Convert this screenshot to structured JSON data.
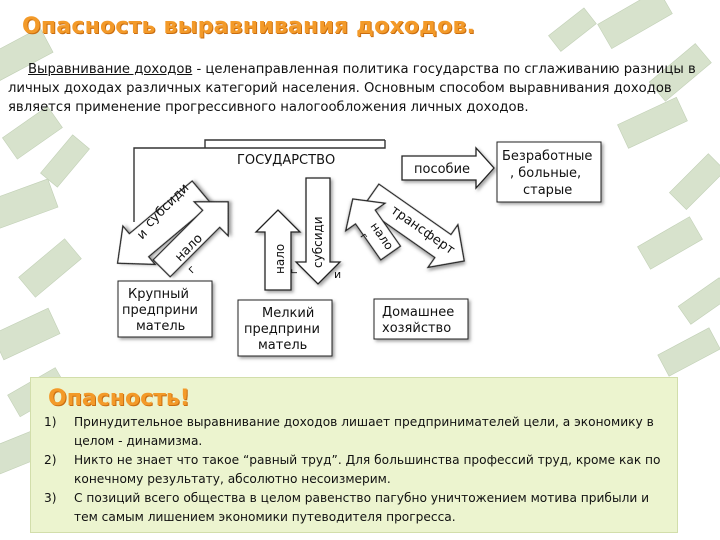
{
  "title": "Опасность выравнивания доходов.",
  "intro": {
    "term": "Выравнивание доходов",
    "text": " - целенаправленная политика государства по сглаживанию разницы в личных доходах различных категорий населения. Основным способом выравнивания доходов является применение прогрессивного налогообложения личных доходов."
  },
  "diagram": {
    "state": "ГОСУДАРСТВО",
    "benefit": "пособие",
    "unemployed": [
      "Безработные",
      ", больные,",
      "старые"
    ],
    "large_business": [
      "Крупный",
      "предприни",
      "матель"
    ],
    "small_business": [
      "Мелкий",
      "предприни",
      "матель"
    ],
    "household": [
      "Домашнее",
      "хозяйство"
    ],
    "arrow_subsidy_left": "субсиди",
    "arrow_subsidy_left_end": "и",
    "arrow_tax_left": "нало",
    "arrow_tax_left_end": "г",
    "tax_center": "нало",
    "tax_center_end": "г",
    "subsidy_center": "субсиди",
    "subsidy_center_end": "и",
    "transfer": "трансферт",
    "tax_right": "нало",
    "tax_right_end": "г"
  },
  "danger": {
    "title": "Опасность!",
    "items": [
      {
        "num": "1)",
        "text": "Принудительное выравнивание доходов лишает предпринимателей цели, а экономику в целом - динамизма."
      },
      {
        "num": "2)",
        "text": "Никто не знает что такое “равный труд”. Для большинства профессий труд, кроме как по конечному результату, абсолютно несоизмерим."
      },
      {
        "num": "3)",
        "text": "С позиций всего общества в целом равенство пагубно уничтожением мотива прибыли и тем самым лишением экономики путеводителя прогресса."
      }
    ]
  },
  "colors": {
    "accent": "#f39a29",
    "danger_bg": "#ecf4cf",
    "money_green": "#9fb98a"
  }
}
